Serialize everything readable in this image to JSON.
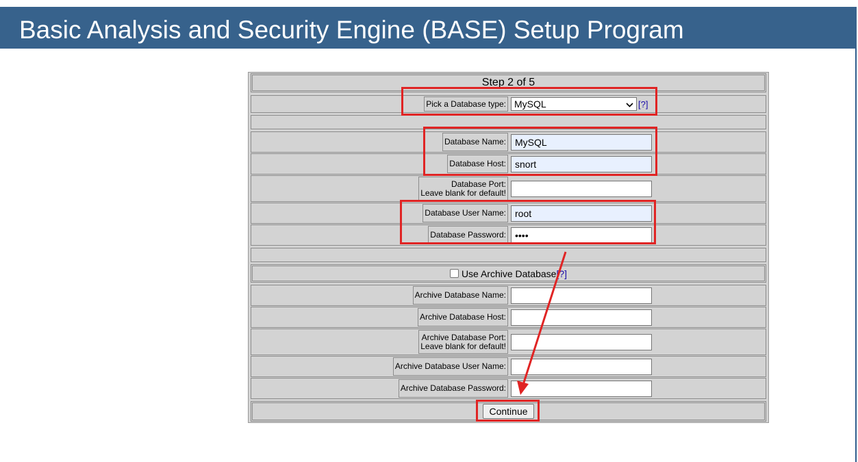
{
  "header": {
    "title": "Basic Analysis and Security Engine (BASE) Setup Program"
  },
  "step": "Step 2 of 5",
  "db_type": {
    "label": "Pick a Database type:",
    "value": "MySQL",
    "help": "[?]"
  },
  "db_name": {
    "label": "Database Name:",
    "value": "MySQL"
  },
  "db_host": {
    "label": "Database Host:",
    "value": "snort"
  },
  "db_port": {
    "label_line1": "Database Port:",
    "label_line2": "Leave blank for default!",
    "value": ""
  },
  "db_user": {
    "label": "Database User Name:",
    "value": "root"
  },
  "db_pass": {
    "label": "Database Password:",
    "value": "••••"
  },
  "archive": {
    "use_label": "Use Archive Database",
    "help": "[?]",
    "name_label": "Archive Database Name:",
    "host_label": "Archive Database Host:",
    "port_label_line1": "Archive Database Port:",
    "port_label_line2": "Leave blank for default!",
    "user_label": "Archive Database User Name:",
    "pass_label": "Archive Database Password:"
  },
  "continue_label": "Continue",
  "colors": {
    "header_bg": "#37628c",
    "highlight": "#e02424",
    "form_bg": "#d3d3d3"
  }
}
